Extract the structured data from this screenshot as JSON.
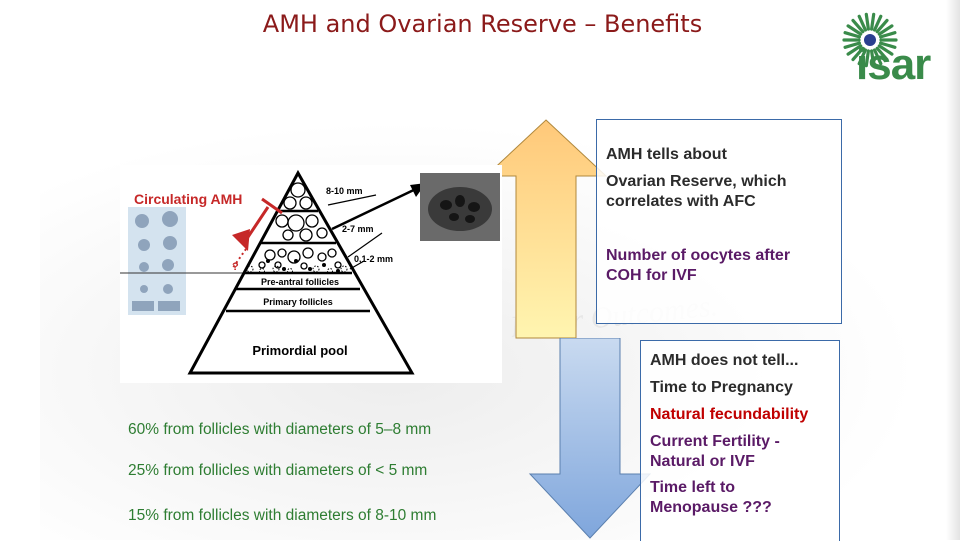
{
  "title": "AMH and Ovarian Reserve – Benefits",
  "logo": {
    "text": "isar"
  },
  "figure": {
    "circulating_label": "Circulating AMH",
    "question": "?",
    "size_8_10": "8-10 mm",
    "size_2_7": "2-7 mm",
    "size_01_2": "0,1-2 mm",
    "pre_antral": "Pre-antral follicles",
    "primary": "Primary follicles",
    "primordial": "Primordial pool"
  },
  "top_box": {
    "line1": "AMH tells about",
    "line2": "Ovarian Reserve, which",
    "line3": "correlates with AFC",
    "line4": "Number of oocytes after",
    "line5": "COH for IVF"
  },
  "bottom_box": {
    "header": "AMH does not tell...",
    "item1": "Time to Pregnancy",
    "item2": "Natural fecundability",
    "item3a": "Current Fertility -",
    "item3b": "Natural or IVF",
    "item4a": "Time left to",
    "item4b": "Menopause ???"
  },
  "percentages": {
    "p60": "60% from follicles with diameters of 5–8 mm",
    "p25": "25% from follicles with diameters of < 5 mm",
    "p15": "15% from follicles with diameters of 8-10 mm"
  },
  "colors": {
    "title": "#8b1a1a",
    "up_arrow": "#ffd27a",
    "down_arrow": "#a9c6ea",
    "highlight": "#c00000",
    "purple": "#5a1a66",
    "green": "#2e7d32"
  }
}
